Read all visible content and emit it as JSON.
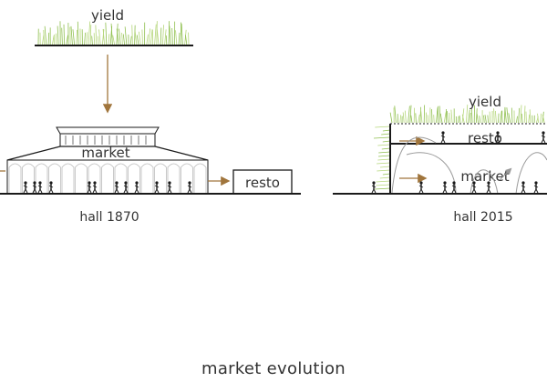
{
  "colors": {
    "ink": "#1a1a1a",
    "accent": "#a0753c",
    "grass": "#b5d67a",
    "grass_dark": "#8fbf4f",
    "line_grey": "#9a9a9a"
  },
  "panel_1870": {
    "yield_label": "yield",
    "market_label": "market",
    "resto_label": "resto",
    "title": "hall 1870"
  },
  "panel_2015": {
    "yield_label": "yield",
    "resto_label": "resto",
    "market_label": "market",
    "title": "hall 2015"
  },
  "caption": "market evolution",
  "icons": [
    "arrow-down-icon",
    "arrow-right-icon",
    "person-icon",
    "plant-icon"
  ]
}
